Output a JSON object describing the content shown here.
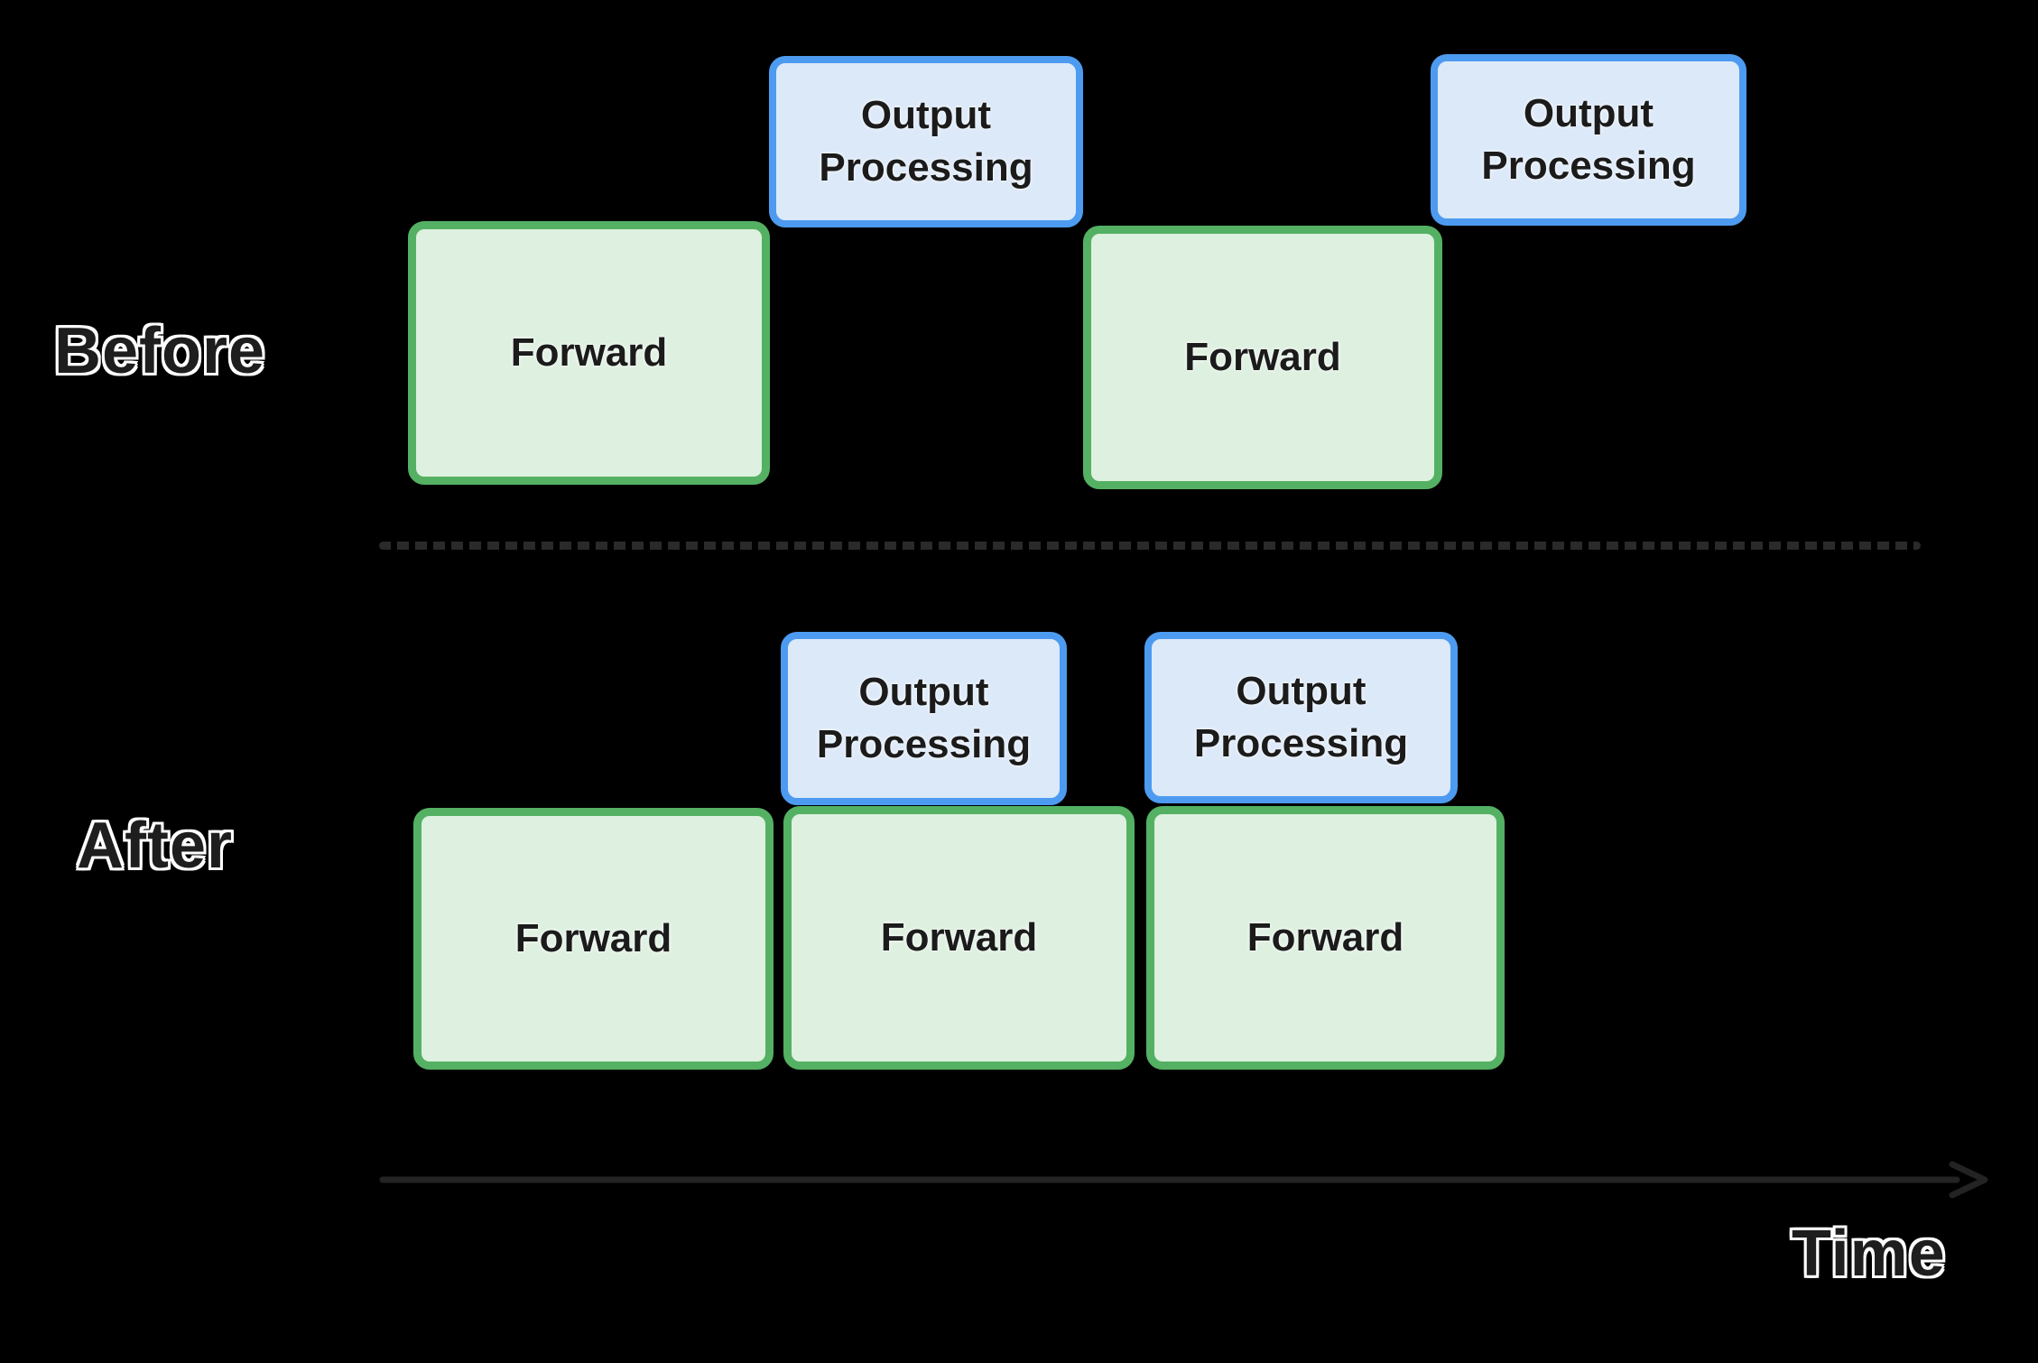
{
  "diagram": {
    "before": {
      "label": "Before",
      "boxes": [
        {
          "id": "forward-1",
          "type": "forward",
          "label": "Forward"
        },
        {
          "id": "output-1",
          "type": "output",
          "label": "Output Processing"
        },
        {
          "id": "forward-2",
          "type": "forward",
          "label": "Forward"
        },
        {
          "id": "output-2",
          "type": "output",
          "label": "Output Processing"
        }
      ]
    },
    "after": {
      "label": "After",
      "boxes": [
        {
          "id": "output-1",
          "type": "output",
          "label": "Output Processing"
        },
        {
          "id": "output-2",
          "type": "output",
          "label": "Output Processing"
        },
        {
          "id": "forward-1",
          "type": "forward",
          "label": "Forward"
        },
        {
          "id": "forward-2",
          "type": "forward",
          "label": "Forward"
        },
        {
          "id": "forward-3",
          "type": "forward",
          "label": "Forward"
        }
      ]
    },
    "axis": {
      "label": "Time"
    }
  },
  "colors": {
    "bg": "#000000",
    "forward-border": "#54b163",
    "forward-fill": "#def0e0",
    "output-border": "#4d9bf0",
    "output-fill": "#dce9f9",
    "box-text": "#1b1b1b",
    "label-text": "#1e1e1e",
    "label-outline": "#ffffff",
    "divider": "#2a2a2a",
    "axis": "#232323"
  }
}
